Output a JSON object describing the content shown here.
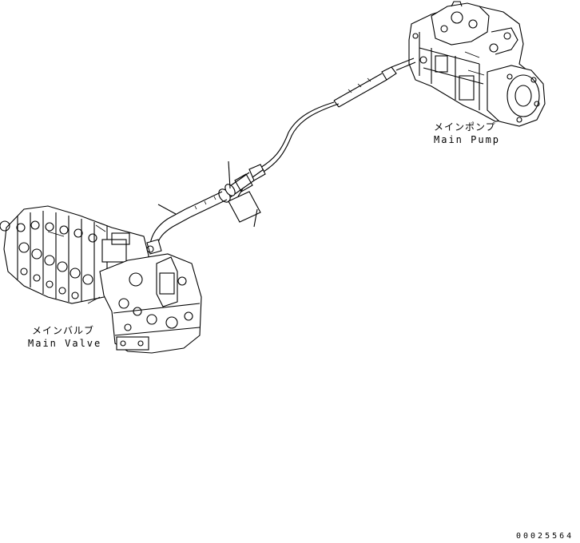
{
  "labels": {
    "pump_jp": "メインポンプ",
    "pump_en": "Main Pump",
    "valve_jp": "メインバルブ",
    "valve_en": "Main Valve",
    "drawing_number": "00025564"
  },
  "colors": {
    "line": "#000000",
    "background": "#ffffff"
  }
}
